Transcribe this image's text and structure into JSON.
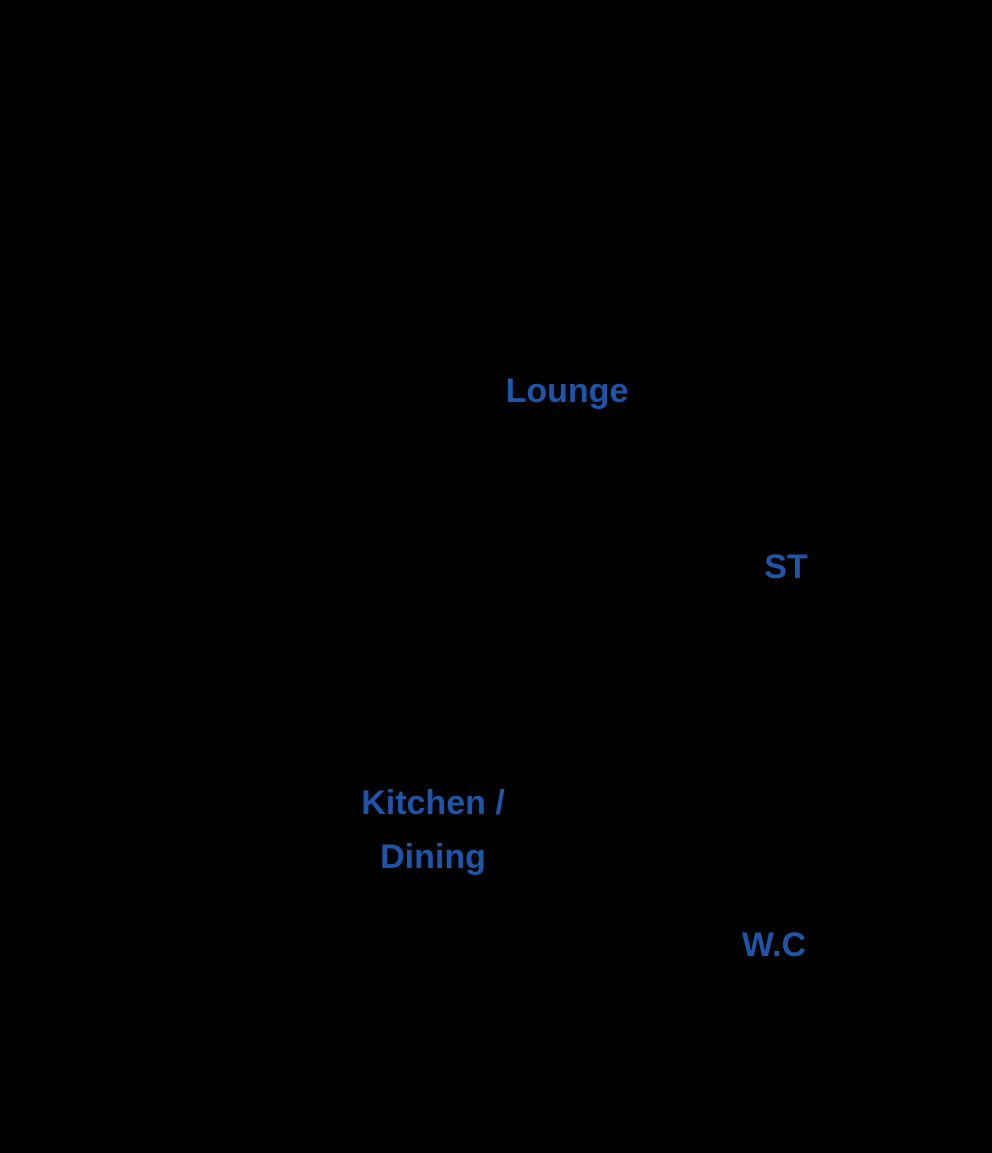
{
  "colors": {
    "background": "#000000",
    "label": "#1f55a8"
  },
  "rooms": {
    "lounge": "Lounge",
    "storage": "ST",
    "kitchen_line1": "Kitchen /",
    "kitchen_line2": "Dining",
    "wc": "W.C"
  }
}
